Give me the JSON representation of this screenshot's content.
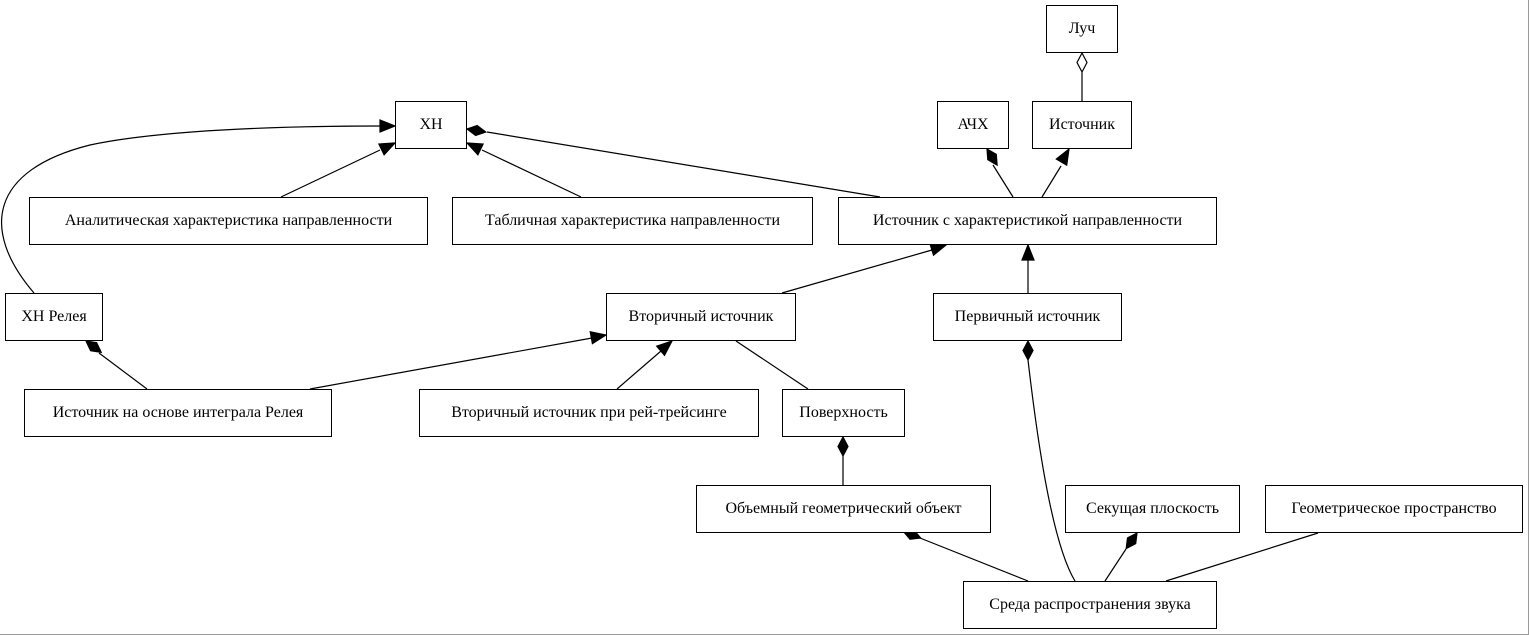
{
  "nodes": {
    "luch": "Луч",
    "xn": "ХН",
    "achx": "АЧХ",
    "istochnik": "Источник",
    "analit": "Аналитическая характеристика направленности",
    "tablich": "Табличная характеристика направленности",
    "dir_source": "Источник с характеристикой направленности",
    "xn_rayleigh": "ХН Релея",
    "secondary": "Вторичный источник",
    "primary": "Первичный источник",
    "rayleigh_src": "Источник на основе интеграла Релея",
    "ray_trace": "Вторичный источник при рей-трейсинге",
    "surface": "Поверхность",
    "volume_obj": "Объемный геометрический объект",
    "section_plane": "Секущая плоскость",
    "geo_space": "Геометрическое пространство",
    "medium": "Среда распространения звука"
  },
  "edges": [
    {
      "from": "istochnik",
      "to": "luch",
      "type": "aggregation"
    },
    {
      "from": "analit",
      "to": "xn",
      "type": "inheritance"
    },
    {
      "from": "tablich",
      "to": "xn",
      "type": "inheritance"
    },
    {
      "from": "xn_rayleigh",
      "to": "xn",
      "type": "inheritance"
    },
    {
      "from": "dir_source",
      "to": "xn",
      "type": "composition"
    },
    {
      "from": "dir_source",
      "to": "achx",
      "type": "composition"
    },
    {
      "from": "dir_source",
      "to": "istochnik",
      "type": "inheritance"
    },
    {
      "from": "secondary",
      "to": "dir_source",
      "type": "inheritance"
    },
    {
      "from": "primary",
      "to": "dir_source",
      "type": "inheritance"
    },
    {
      "from": "rayleigh_src",
      "to": "xn_rayleigh",
      "type": "composition"
    },
    {
      "from": "rayleigh_src",
      "to": "secondary",
      "type": "inheritance"
    },
    {
      "from": "ray_trace",
      "to": "secondary",
      "type": "inheritance"
    },
    {
      "from": "surface",
      "to": "secondary",
      "type": "association"
    },
    {
      "from": "volume_obj",
      "to": "surface",
      "type": "composition"
    },
    {
      "from": "medium",
      "to": "volume_obj",
      "type": "composition"
    },
    {
      "from": "medium",
      "to": "section_plane",
      "type": "composition"
    },
    {
      "from": "medium",
      "to": "geo_space",
      "type": "association"
    },
    {
      "from": "medium",
      "to": "primary",
      "type": "composition"
    }
  ]
}
